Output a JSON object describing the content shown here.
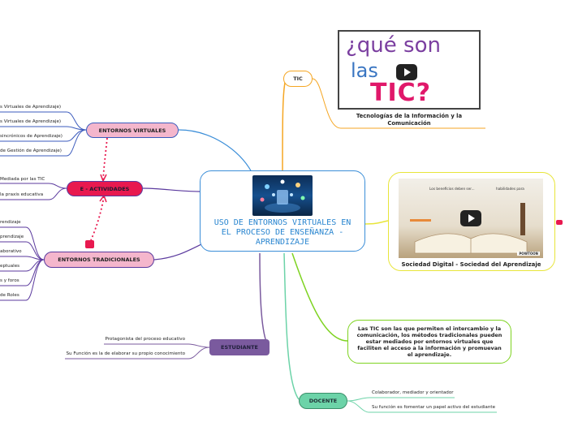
{
  "central": {
    "title": "USO DE ENTORNOS VIRTUALES EN EL PROCESO DE ENSEÑANZA - APRENDIZAJE"
  },
  "tic": {
    "label": "TIC",
    "image_text_line1": "¿qué son",
    "image_text_line2a": "las",
    "image_text_line2b": "TIC?",
    "caption": "Tecnologías de la Información y la Comunicación"
  },
  "video": {
    "overlay_left": "Los beneficios deben ser...",
    "overlay_right": "habilidades para",
    "brand": "POWTOON",
    "caption": "Sociedad Digital - Sociedad del Aprendizaje"
  },
  "info_box": {
    "text": "Las TIC son las que permiten el intercambio y la comunicación, los métodos tradicionales pueden estar mediados por entornos virtuales que faciliten el acceso a la información y promuevan el aprendizaje."
  },
  "entornos_virtuales": {
    "label": "ENTORNOS VIRTUALES",
    "items": [
      "s Virtuales de Aprendizaje)",
      "s Virtuales de Aprendizaje)",
      "sincrónicos de Aprendizaje)",
      "de Gestión de Aprendizaje)"
    ]
  },
  "e_actividades": {
    "label": "E - ACTIVIDADES",
    "items": [
      "Mediada por las TIC",
      "la praxis educativa"
    ]
  },
  "entornos_tradicionales": {
    "label": "ENTORNOS TRADICIONALES",
    "items": [
      "rendizaje",
      "prendizaje",
      "aborativo",
      "eptuales",
      "s y foros",
      "de Roles"
    ]
  },
  "estudiante": {
    "label": "ESTUDIANTE",
    "items": [
      "Protagonista del proceso educativo",
      "Su Función es la de elaborar su propio conocimiento"
    ]
  },
  "docente": {
    "label": "DOCENTE",
    "items": [
      "Colaborador, mediador y orientador",
      "Su función es fomentar un papel activo del estudiante"
    ]
  },
  "colors": {
    "tic": "#f5a623",
    "entornos_virtuales": "#f4b6cc",
    "e_actividades": "#e8194f",
    "entornos_tradicionales": "#f4b6cc",
    "estudiante": "#7a5a9e",
    "docente": "#6cd3a8",
    "central_border": "#3b8ed8",
    "info_border": "#7ed321",
    "video_border": "#e8e53a"
  }
}
